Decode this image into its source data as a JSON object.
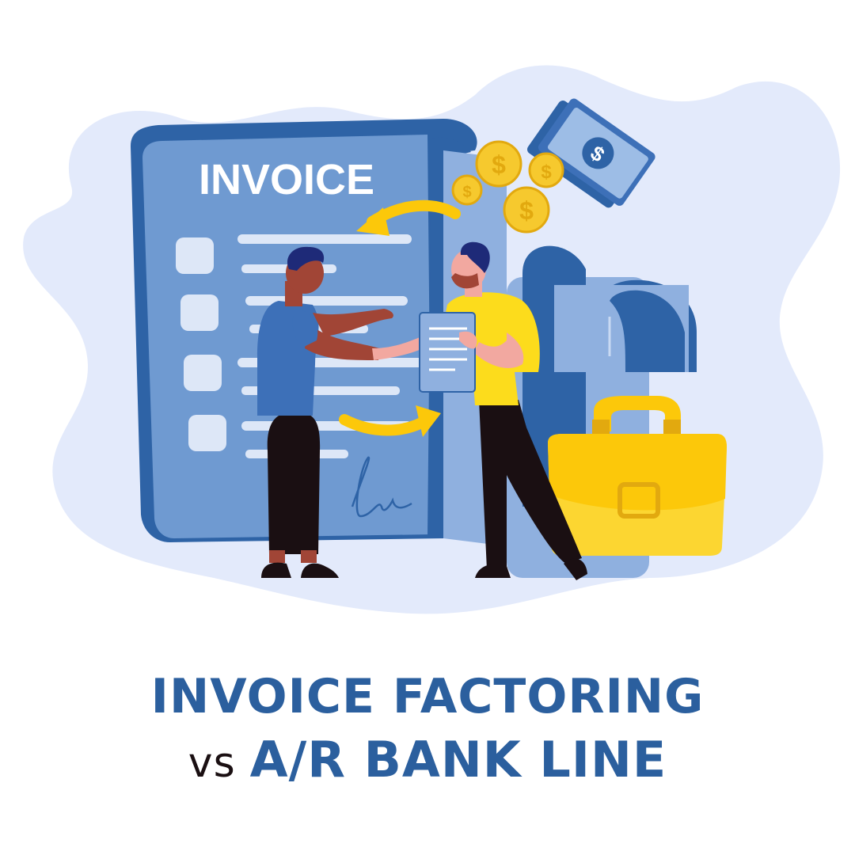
{
  "illustration": {
    "document_label": "INVOICE",
    "coin_symbol": "$",
    "icons": [
      "invoice-document-icon",
      "dollar-bill-icon",
      "coin-icon",
      "briefcase-icon",
      "arrow-icon",
      "signature-icon",
      "person-icon",
      "clipboard-icon"
    ]
  },
  "headline": {
    "line1": "INVOICE FACTORING",
    "vs": "vs",
    "line2": "A/R BANK LINE"
  },
  "colors": {
    "headline_blue": "#2b5f9e",
    "vs_color": "#1a0f12",
    "blob": "#e3eafb",
    "invoice_blue": "#6f9ad1",
    "invoice_dark": "#2e63a6",
    "accent_yellow": "#fcc80a",
    "coin_gold": "#f6c92e",
    "money_blue": "#3d70b8"
  }
}
